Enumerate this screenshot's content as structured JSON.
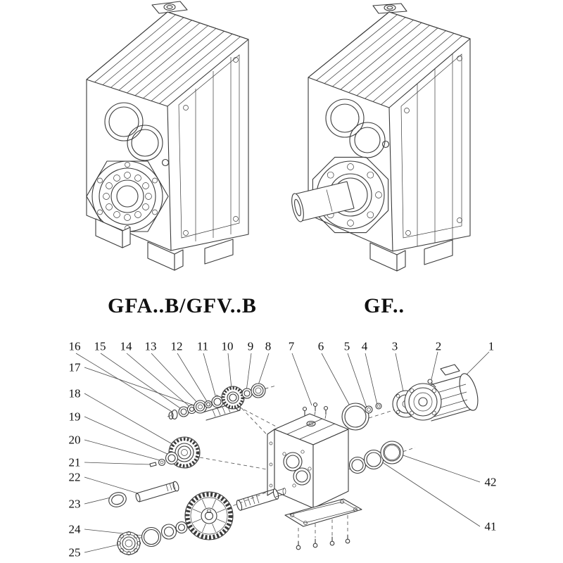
{
  "colors": {
    "ink": "#3a3a3a",
    "background": "#ffffff"
  },
  "figures": {
    "left": {
      "label": "GFA..B/GFV..B"
    },
    "right": {
      "label": "GF.."
    }
  },
  "callouts": {
    "top": [
      "16",
      "15",
      "14",
      "13",
      "12",
      "11",
      "10",
      "9",
      "8",
      "7",
      "6",
      "5",
      "4",
      "3",
      "2",
      "1"
    ],
    "left": [
      "17",
      "18",
      "19",
      "20",
      "21",
      "22",
      "23",
      "24",
      "25"
    ],
    "right": [
      "42",
      "41"
    ]
  }
}
